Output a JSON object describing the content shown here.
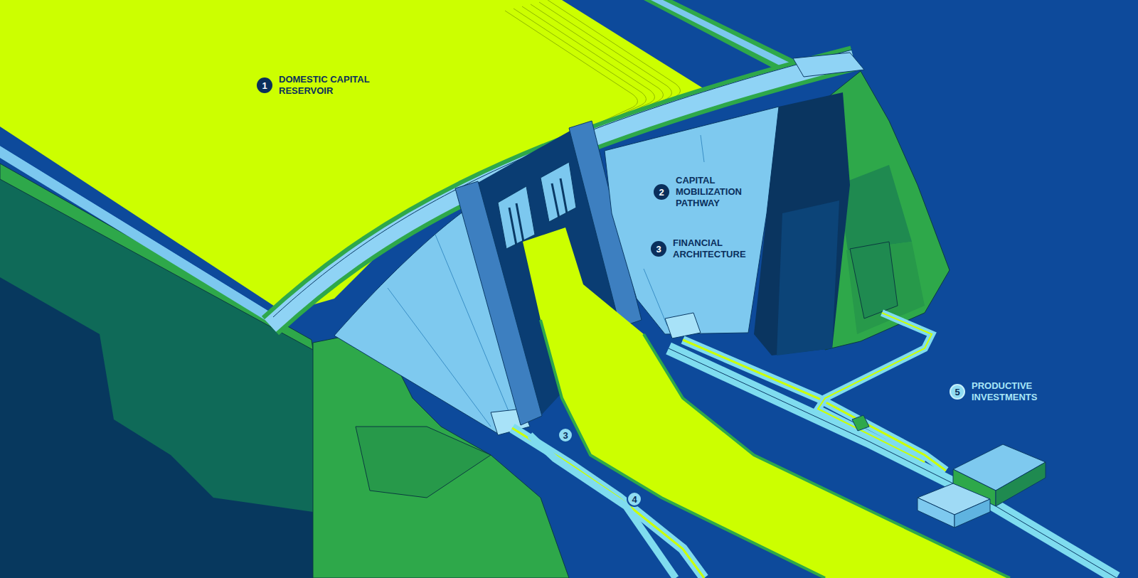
{
  "diagram": {
    "nodes": [
      {
        "text": [
          "1",
          "DOMESTIC CAPITAL RESERVOIR"
        ]
      },
      {
        "text": [
          "2",
          "CAPITAL MOBILIZATION PATHWAY"
        ]
      },
      {
        "text": [
          "3",
          "FINANCIAL ARCHITECTURE"
        ]
      },
      {
        "text": [
          "5",
          "PRODUCTIVE INVESTMENTS"
        ]
      },
      {
        "text": [
          "3"
        ]
      },
      {
        "text": [
          "4"
        ]
      }
    ]
  }
}
